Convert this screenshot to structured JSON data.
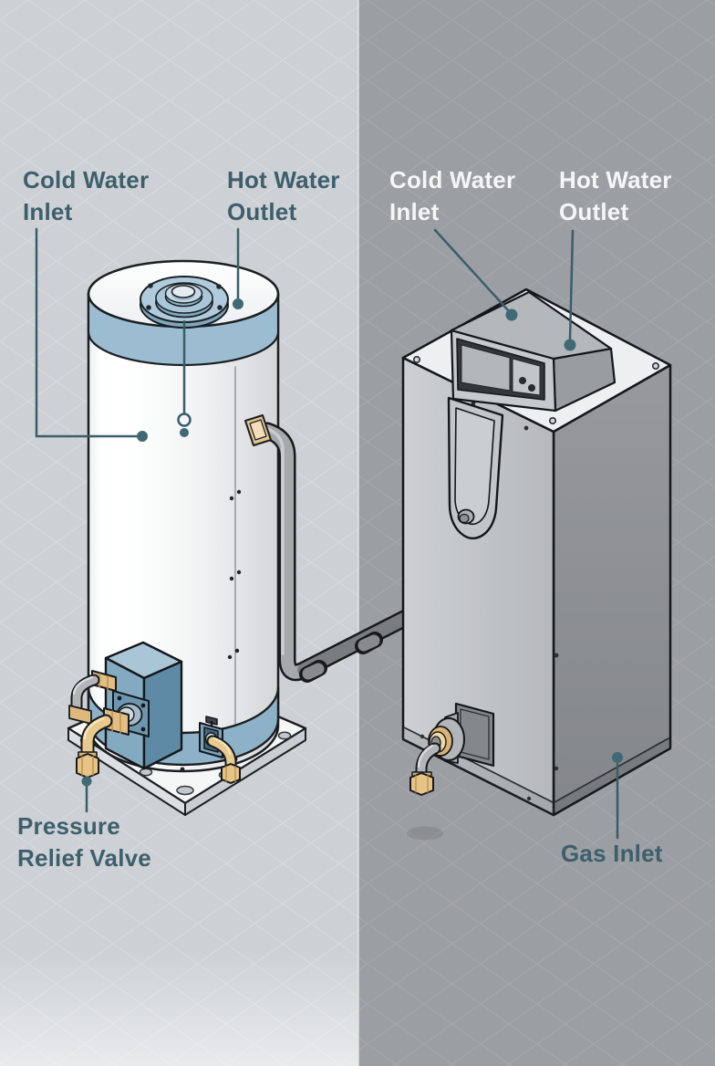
{
  "labels": {
    "tank_cold_water_inlet": {
      "line1": "Cold Water",
      "line2": "Inlet"
    },
    "tank_hot_water_outlet": {
      "line1": "Hot Water",
      "line2": "Outlet"
    },
    "tank_pressure_relief_valve": {
      "line1": "Pressure",
      "line2": "Relief Valve"
    },
    "tankless_cold_water_inlet": {
      "line1": "Cold Water",
      "line2": "Inlet"
    },
    "tankless_hot_water_outlet": {
      "line1": "Hot Water",
      "line2": "Outlet"
    },
    "tankless_gas_inlet": {
      "line1": "Gas Inlet"
    }
  },
  "palette": {
    "left_background": "#cdd1d5",
    "right_background": "#9b9ea2",
    "label_teal": "#3d5f6c",
    "label_white": "#f4f6f7",
    "leader_line": "#3b5d6a",
    "leader_dot": "#3e6975",
    "steel_blue": "#84aac1",
    "flange_blue": "#b0cbdb",
    "brass": "#e6c387",
    "tank_white": "#fafbfb",
    "pipe_gray": "#a6a9ac",
    "unit_gray_light": "#c7cacc",
    "unit_gray_dark": "#85888b",
    "outline": "#17191c"
  }
}
